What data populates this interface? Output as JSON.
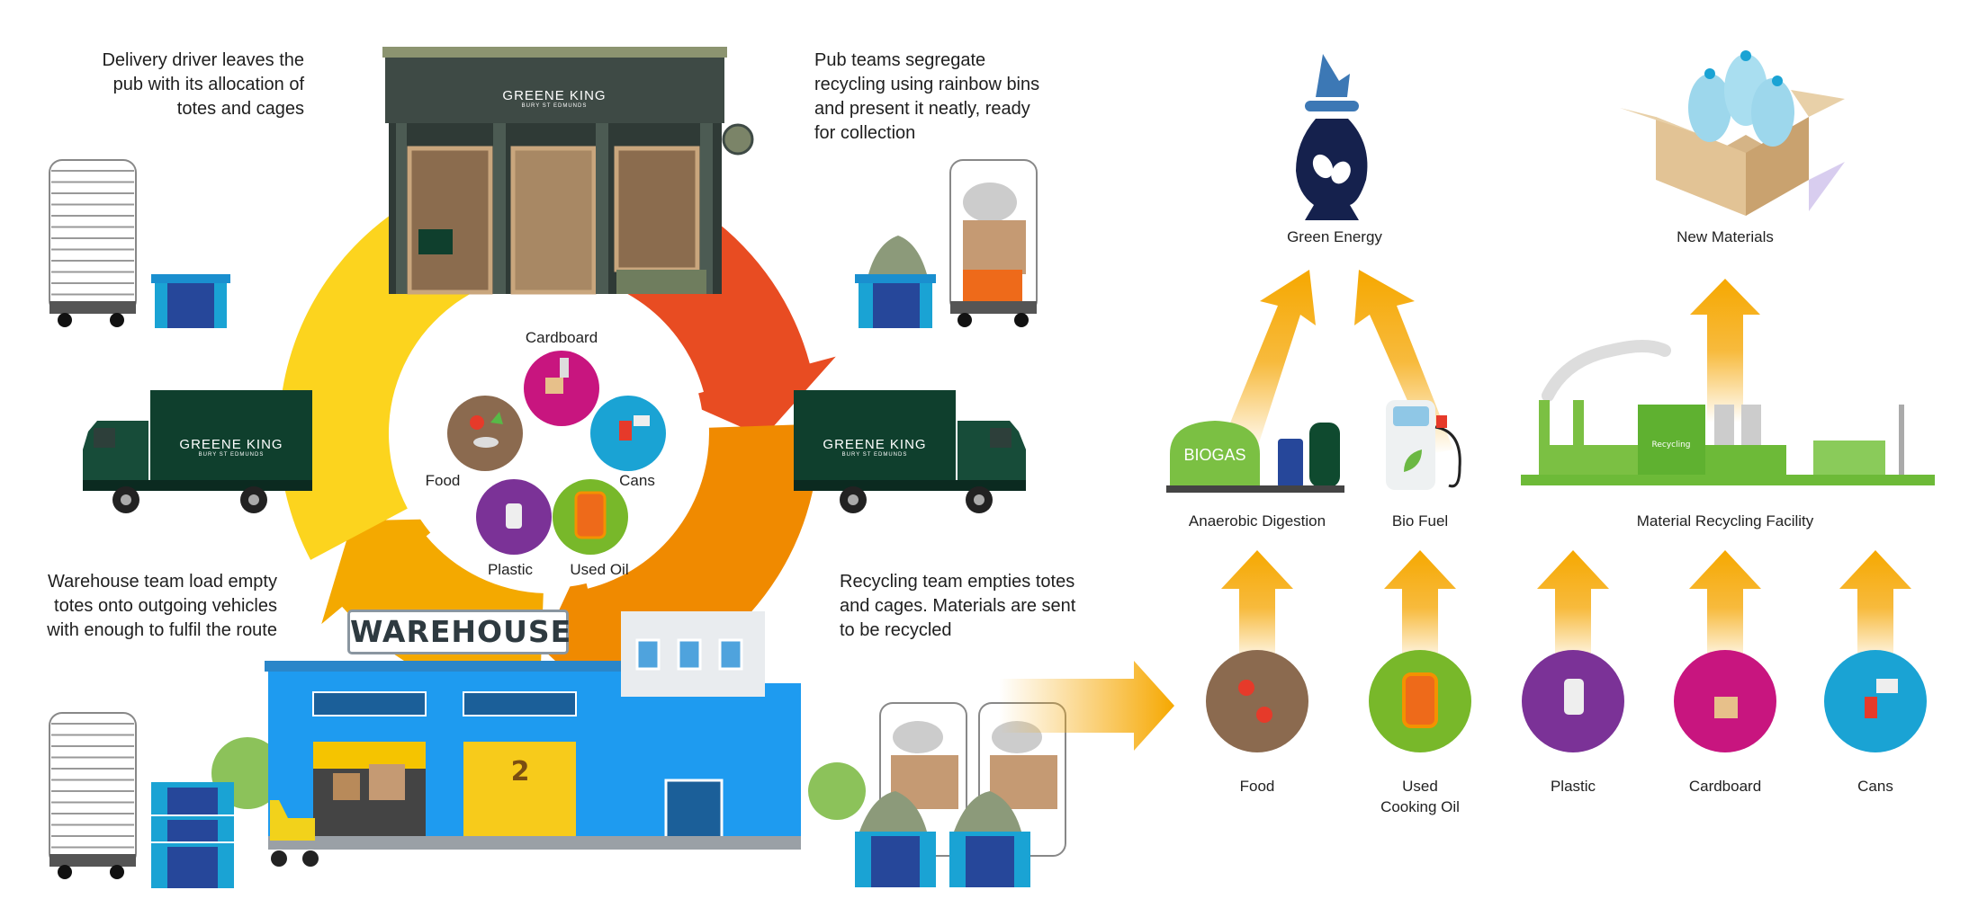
{
  "steps": {
    "delivery": "Delivery driver leaves the pub with its allocation of totes and cages",
    "pub_teams": "Pub teams segregate recycling using rainbow bins and present it neatly, ready for collection",
    "warehouse_team": "Warehouse team load empty totes onto outgoing vehicles with enough to fulfil the route",
    "recycling_team": "Recycling team empties totes and cages. Materials are sent to be recycled"
  },
  "brand": {
    "name": "GREENE KING",
    "sub": "BURY ST EDMUNDS"
  },
  "warehouse": {
    "sign": "WAREHOUSE",
    "door_number": "2"
  },
  "cycle_materials": [
    "Cardboard",
    "Food",
    "Cans",
    "Plastic",
    "Used Oil"
  ],
  "processes": {
    "green_energy": "Green Energy",
    "new_materials": "New Materials",
    "anaerobic_digestion": "Anaerobic Digestion",
    "biogas": "BIOGAS",
    "bio_fuel": "Bio Fuel",
    "mrf": "Material Recycling Facility",
    "factory_sign": "Recycling"
  },
  "outputs": [
    {
      "label": "Food",
      "color": "#8B6A4F"
    },
    {
      "label": "Used",
      "label2": "Cooking Oil",
      "color": "#78B82A"
    },
    {
      "label": "Plastic",
      "color": "#7B3297"
    },
    {
      "label": "Cardboard",
      "color": "#C8157F"
    },
    {
      "label": "Cans",
      "color": "#1AA3D4"
    }
  ],
  "colors": {
    "yellow": "#FCD41E",
    "red": "#E84C22",
    "orange": "#F08A00",
    "amber": "#F4A900",
    "truck_green": "#0F3F2D",
    "pub": "#3E4A45",
    "warehouse_blue": "#1E9BF0",
    "arrow": "#F6AE1A"
  }
}
